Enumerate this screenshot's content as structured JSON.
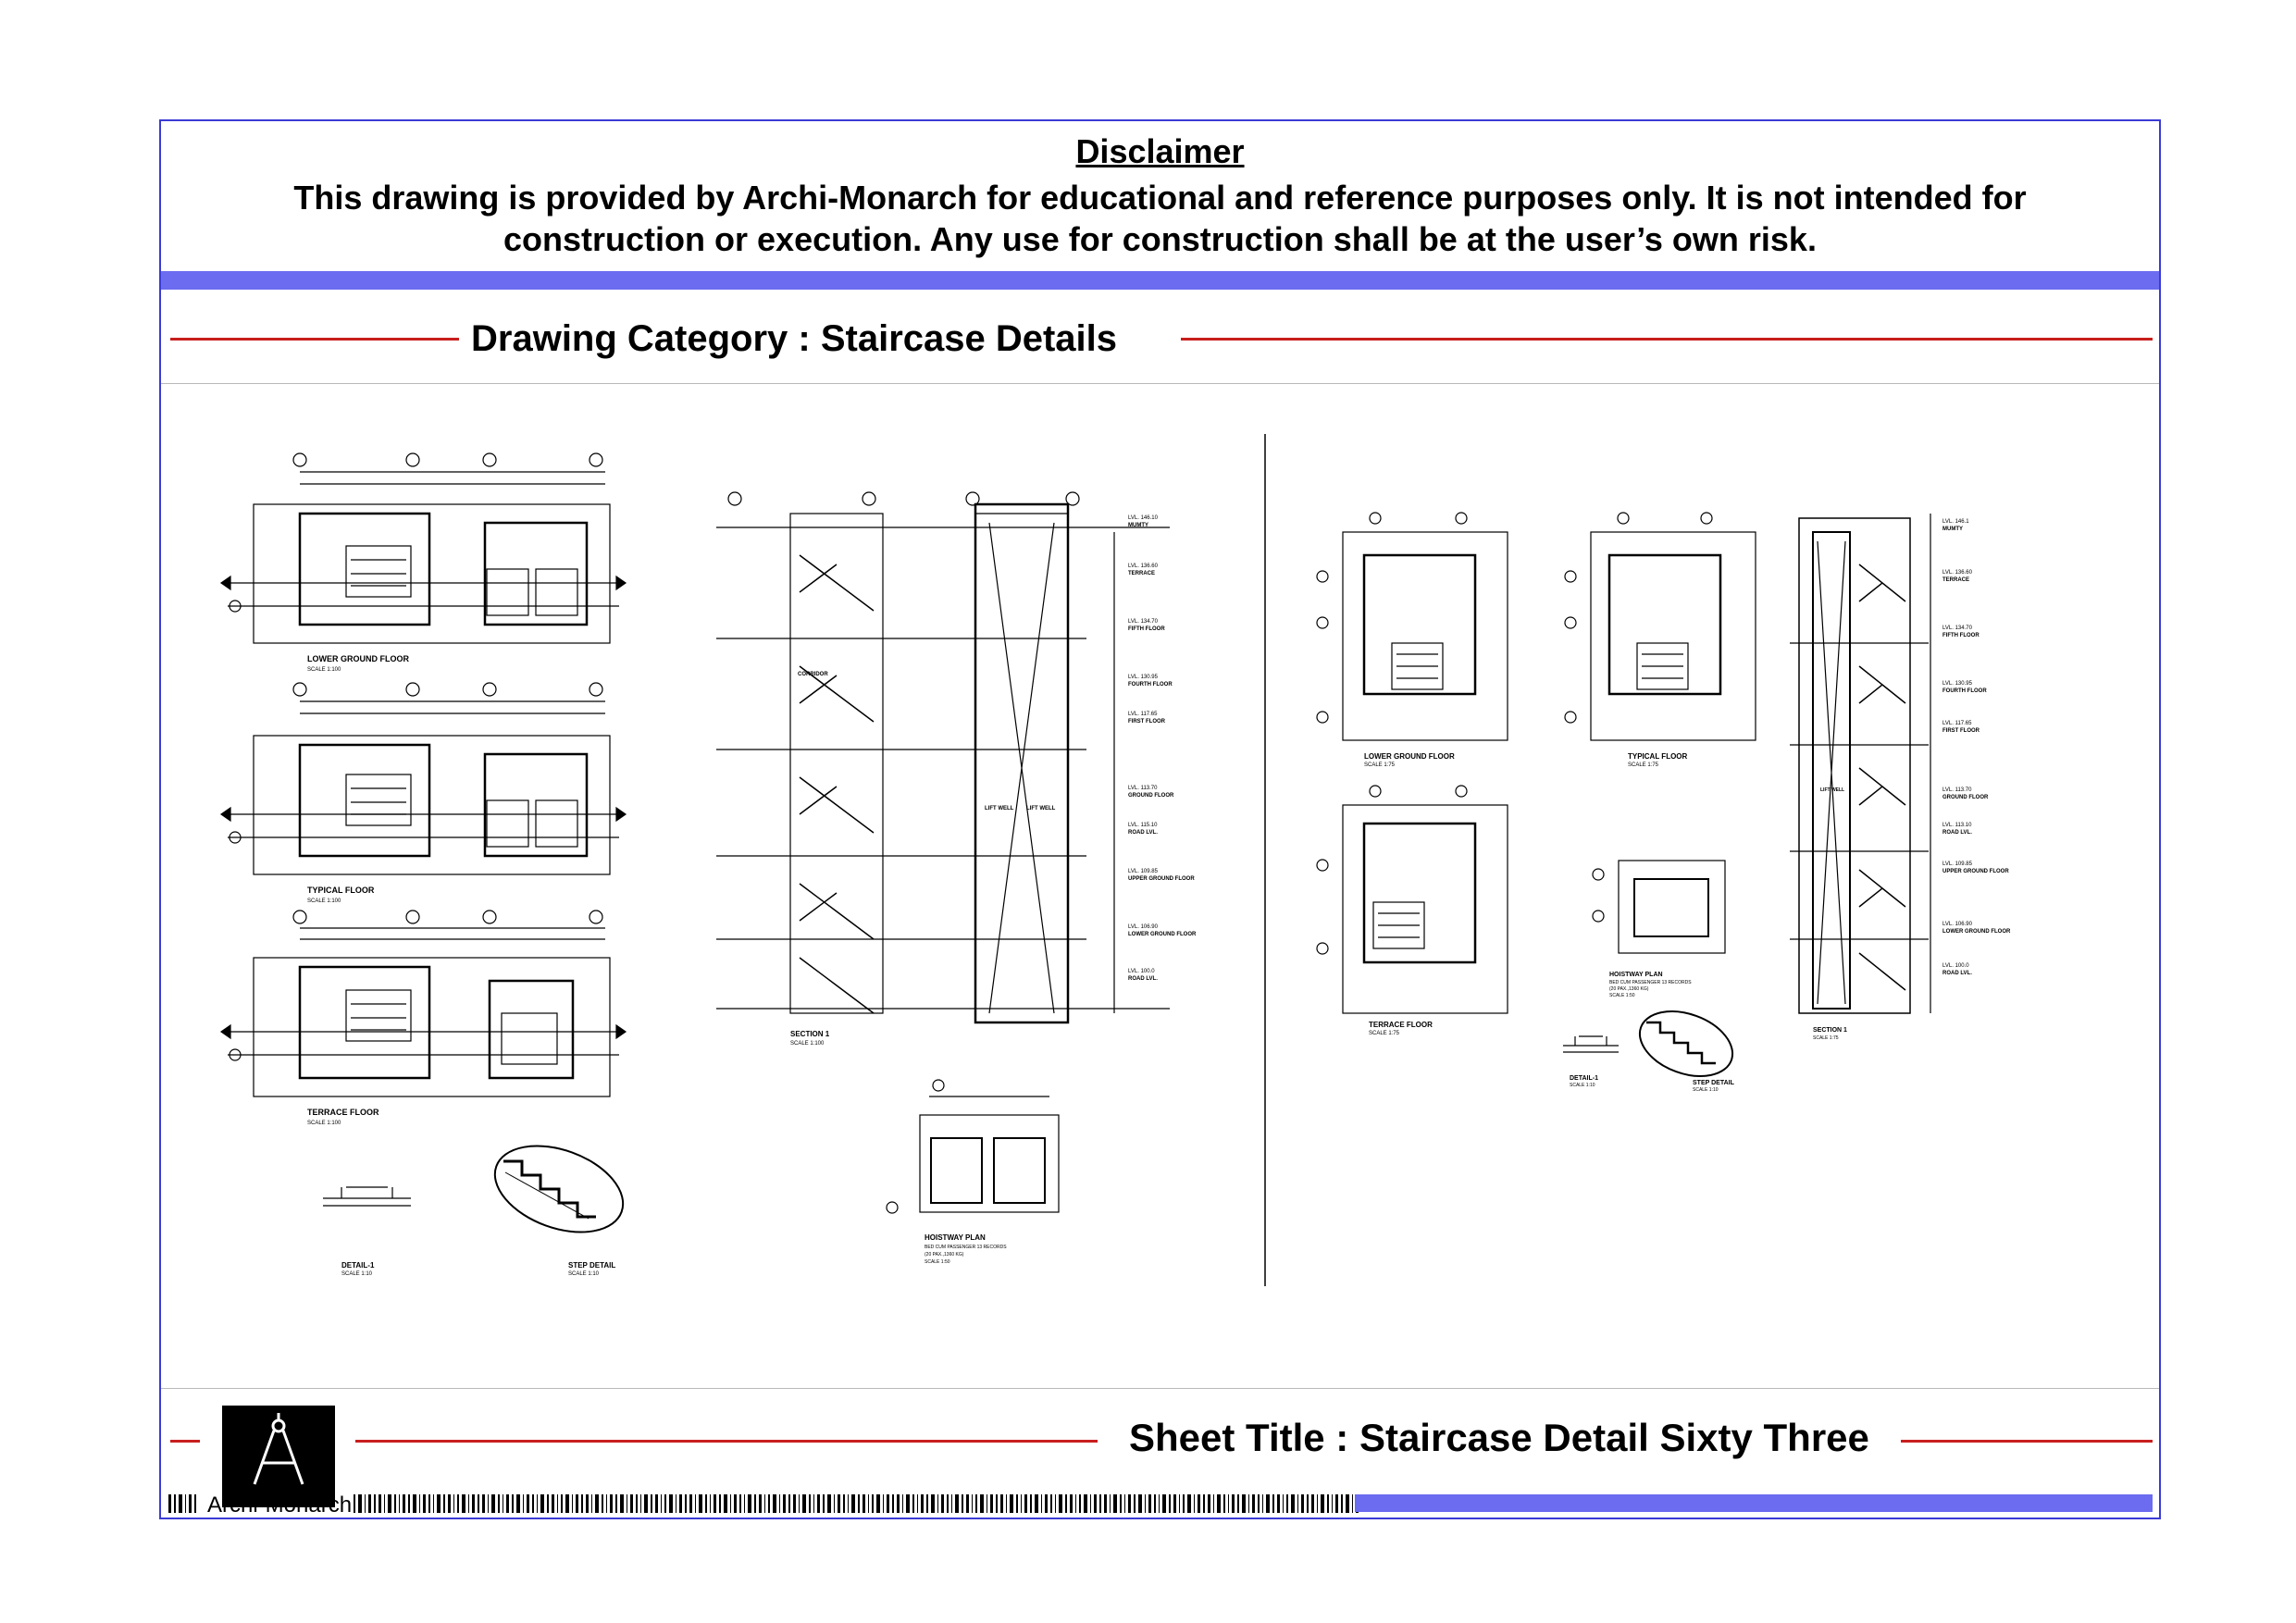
{
  "disclaimer": {
    "title": "Disclaimer",
    "line1": "This drawing is provided by Archi-Monarch for educational and reference purposes only. It is not intended for",
    "line2": "construction or execution. Any use for construction shall be at the user’s own risk."
  },
  "category": {
    "text": "Drawing Category : Staircase Details"
  },
  "left_set": {
    "plans": [
      {
        "label": "LOWER GROUND FLOOR",
        "scale": "SCALE 1:100"
      },
      {
        "label": "TYPICAL FLOOR",
        "scale": "SCALE 1:100"
      },
      {
        "label": "TERRACE FLOOR",
        "scale": "SCALE 1:100"
      }
    ],
    "section": {
      "label": "SECTION 1",
      "scale": "SCALE 1:100"
    },
    "section_levels": [
      "LVL. 146.10",
      "LVL. 136.60",
      "LVL. 134.70",
      "LVL. 130.95",
      "LVL. 117.65",
      "LVL. 113.70",
      "LVL. 115.10",
      "LVL. 109.85",
      "LVL. 106.90",
      "LVL. 100.0"
    ],
    "section_level_names": [
      "MUMTY",
      "TERRACE",
      "FIFTH FLOOR",
      "FOURTH FLOOR",
      "FIRST FLOOR",
      "GROUND FLOOR",
      "ROAD LVL.",
      "UPPER GROUND FLOOR",
      "LOWER GROUND FLOOR",
      "ROAD LVL."
    ],
    "room_labels": [
      "CORRIDOR",
      "LIFT WELL",
      "LIFT WELL"
    ],
    "detail": {
      "label": "DETAIL-1",
      "scale": "SCALE 1:10"
    },
    "step_detail": {
      "label": "STEP DETAIL",
      "scale": "SCALE 1:10"
    },
    "hoistway": {
      "label": "HOISTWAY PLAN",
      "sub1": "BED CUM PASSENGER 13 RECORDS",
      "sub2": "(20 PAX.,1360 KG)",
      "scale": "SCALE 1:50"
    }
  },
  "right_set": {
    "plans": [
      {
        "label": "LOWER GROUND FLOOR",
        "scale": "SCALE 1:75"
      },
      {
        "label": "TYPICAL FLOOR",
        "scale": "SCALE 1:75"
      },
      {
        "label": "TERRACE FLOOR",
        "scale": "SCALE 1:75"
      }
    ],
    "section": {
      "label": "SECTION 1",
      "scale": "SCALE 1:75"
    },
    "section_levels": [
      "LVL. 146.1",
      "LVL. 136.60",
      "LVL. 134.70",
      "LVL. 130.95",
      "LVL. 117.65",
      "LVL. 113.70",
      "LVL. 113.10",
      "LVL. 109.85",
      "LVL. 106.90",
      "LVL. 100.0"
    ],
    "section_level_names": [
      "MUMTY",
      "TERRACE",
      "FIFTH FLOOR",
      "FOURTH FLOOR",
      "FIRST FLOOR",
      "GROUND FLOOR",
      "ROAD LVL.",
      "UPPER GROUND FLOOR",
      "LOWER GROUND FLOOR",
      "ROAD LVL."
    ],
    "lift_label": "LIFT WELL",
    "detail": {
      "label": "DETAIL-1",
      "scale": "SCALE 1:10"
    },
    "step_detail": {
      "label": "STEP DETAIL",
      "scale": "SCALE 1:10"
    },
    "hoistway": {
      "label": "HOISTWAY PLAN",
      "sub1": "BED CUM PASSENGER 13 RECORDS",
      "sub2": "(20 PAX.,1360 KG)",
      "scale": "SCALE 1:50"
    }
  },
  "footer": {
    "logo_text": "Archi-Monarch",
    "sheet_title": "Sheet Title : Staircase Detail Sixty Three"
  },
  "colors": {
    "frame": "#3b3bd6",
    "band": "#6b6cf0",
    "rule": "#c81e1e"
  }
}
